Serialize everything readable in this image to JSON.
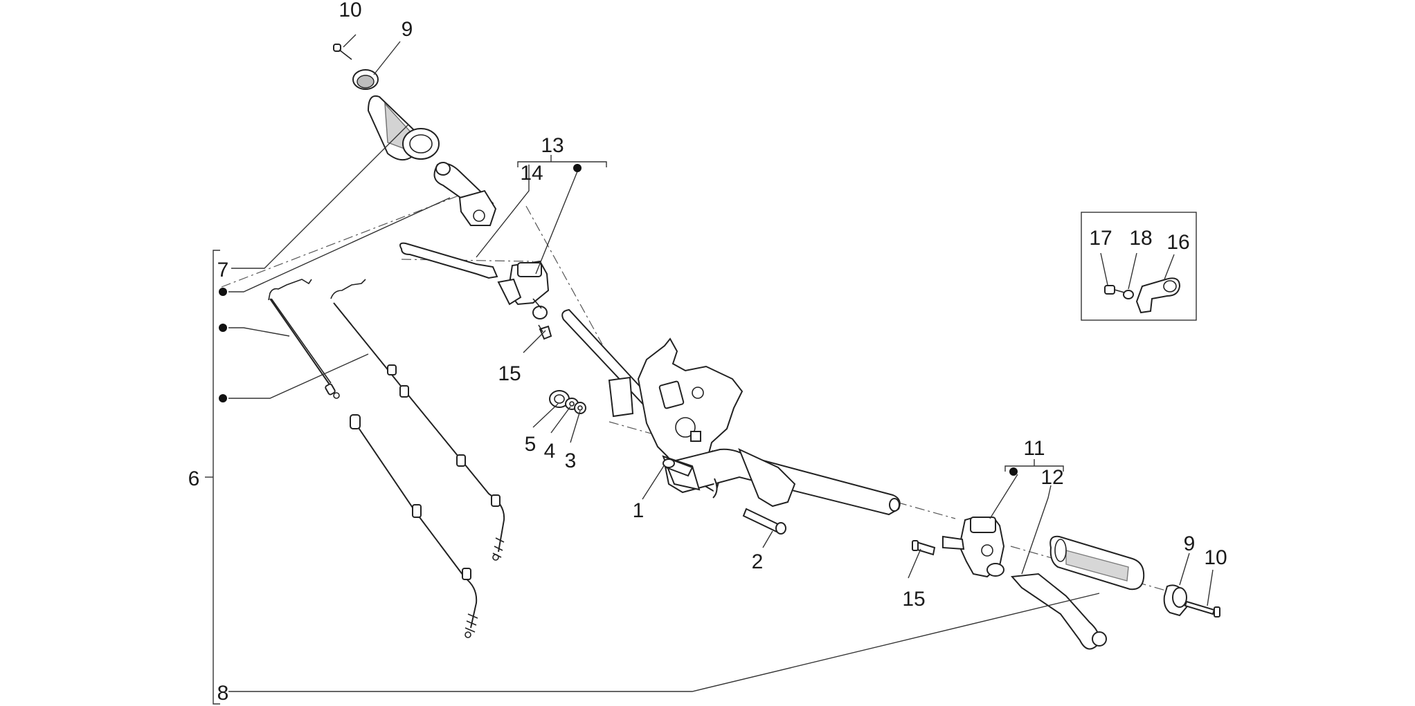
{
  "diagram": {
    "type": "exploded-parts-view",
    "callouts": {
      "c1": "1",
      "c2": "2",
      "c3": "3",
      "c4": "4",
      "c5": "5",
      "c6": "6",
      "c7": "7",
      "c8": "8",
      "c9a": "9",
      "c9b": "9",
      "c10a": "10",
      "c10b": "10",
      "c11": "11",
      "c12": "12",
      "c13": "13",
      "c14": "14",
      "c15a": "15",
      "c15b": "15",
      "c16": "16",
      "c17": "17",
      "c18": "18"
    }
  }
}
